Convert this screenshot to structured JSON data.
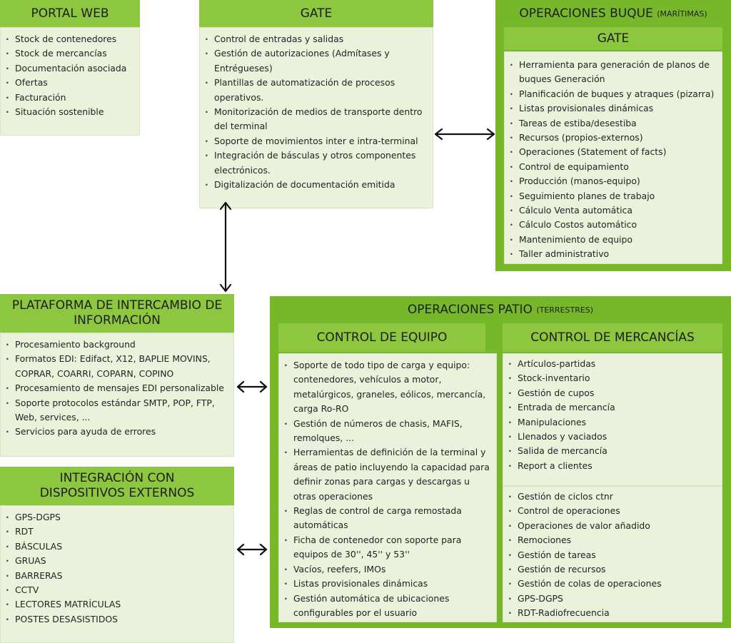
{
  "portal": {
    "title": "PORTAL WEB",
    "items": [
      "Stock de contenedores",
      "Stock de mercancías",
      "Documentación asociada",
      "Ofertas",
      "Facturación",
      "Situación sostenible"
    ]
  },
  "gate": {
    "title": "GATE",
    "items": [
      "Control de entradas y salidas",
      "Gestión de autorizaciones (Admítases y Entrégueses)",
      "Plantillas de automatización de procesos operativos.",
      "Monitorización de medios de transporte dentro del terminal",
      "Soporte de movimientos inter e intra-terminal",
      "Integración de básculas y otros componentes electrónicos.",
      "Digitalización de documentación emitida"
    ]
  },
  "buque": {
    "title": "OPERACIONES BUQUE",
    "subtitle": "(MARÍTIMAS)",
    "inner_title": "GATE",
    "items": [
      "Herramienta para generación de planos de buques Generación",
      "Planificación de buques y atraques (pizarra)",
      "Listas provisionales dinámicas",
      "Tareas de estiba/desestiba",
      "Recursos (propios-externos)",
      "Operaciones (Statement of facts)",
      "Control de equipamiento",
      "Producción (manos-equipo)",
      "Seguimiento planes de trabajo",
      "Cálculo Venta automática",
      "Cálculo Costos automático",
      "Mantenimiento de equipo",
      "Taller administrativo"
    ]
  },
  "plataforma": {
    "title": "PLATAFORMA DE INTERCAMBIO DE INFORMACIÓN",
    "items": [
      "Procesamiento background",
      "Formatos EDI: Edifact, X12, BAPLIE MOVINS, COPRAR, COARRI, COPARN, COPINO",
      "Procesamiento de mensajes EDI personalizable",
      "Soporte protocolos estándar SMTP, POP, FTP, Web, services, ...",
      "Servicios para ayuda de errores"
    ]
  },
  "integracion": {
    "title": "INTEGRACIÓN CON DISPOSITIVOS EXTERNOS",
    "items": [
      "GPS-DGPS",
      "RDT",
      "BÁSCULAS",
      "GRUAS",
      "BARRERAS",
      "CCTV",
      "LECTORES MATRÍCULAS",
      "POSTES DESASISTIDOS"
    ]
  },
  "patio": {
    "title": "OPERACIONES PATIO",
    "subtitle": "(TERRESTRES)",
    "equipo": {
      "title": "CONTROL DE EQUIPO",
      "items": [
        "Soporte de todo tipo de carga y equipo: contenedores, vehículos a motor, metalúrgicos, graneles, eólicos, mercancía, carga Ro-RO",
        "Gestión de números de chasis, MAFIS, remolques, ...",
        "Herramientas de definición de la terminal y áreas de patio incluyendo la capacidad para definir zonas para cargas y descargas u otras operaciones",
        "Reglas de control de carga remostada automáticas",
        "Ficha de contenedor con soporte para equipos de 30'', 45'' y 53''",
        "Vacíos, reefers, IMOs",
        "Listas provisionales dinámicas",
        "Gestión automática de ubicaciones configurables por el usuario"
      ]
    },
    "mercancias": {
      "title": "CONTROL DE MERCANCÍAS",
      "items_top": [
        "Artículos-partidas",
        "Stock-inventario",
        "Gestión de cupos",
        "Entrada de mercancía",
        "Manipulaciones",
        "Llenados y vaciados",
        "Salida de mercancía",
        "Report a clientes"
      ],
      "items_bottom": [
        "Gestión de ciclos ctnr",
        "Control de operaciones",
        "Operaciones de valor añadido",
        "Remociones",
        "Gestión de tareas",
        "Gestión de recursos",
        "Gestión de colas de operaciones",
        "GPS-DGPS",
        "RDT-Radiofrecuencia"
      ]
    }
  },
  "colors": {
    "header_green": "#8dc63f",
    "frame_green": "#76b82a",
    "list_bg": "#ebf2dc"
  }
}
